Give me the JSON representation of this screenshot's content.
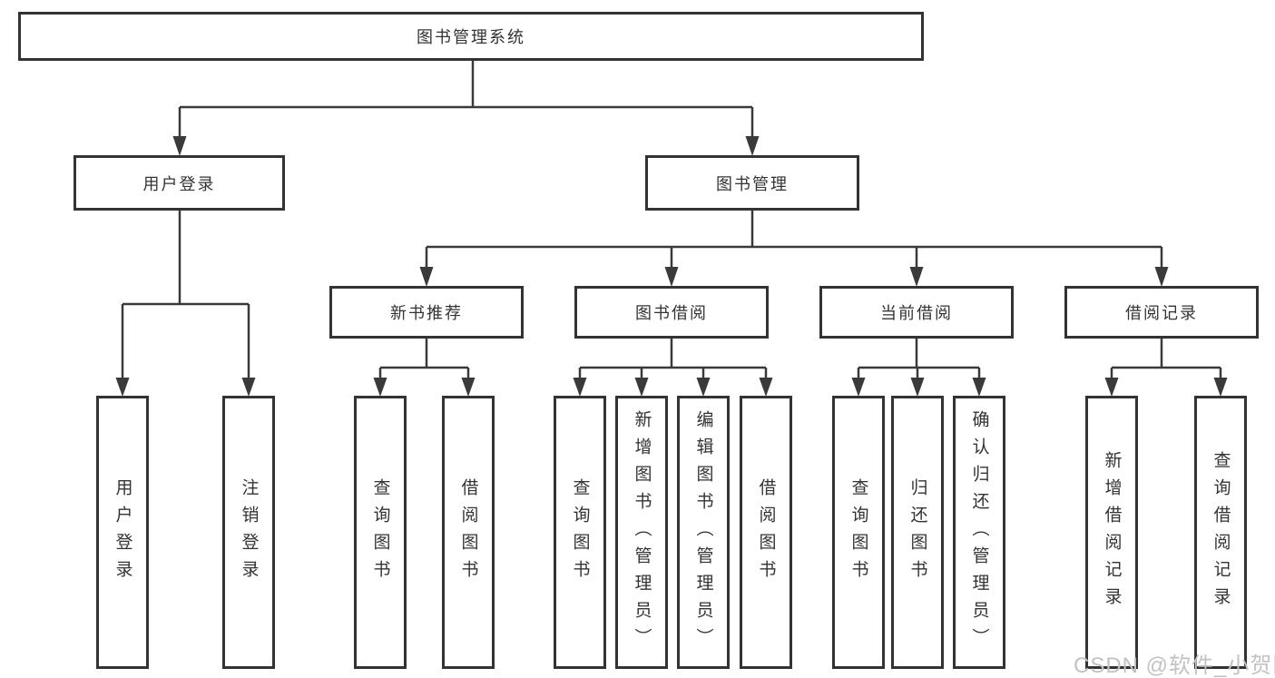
{
  "diagram_title": "图书管理系统",
  "nodes": {
    "root": "图书管理系统",
    "user_login": "用户登录",
    "book_management": "图书管理",
    "new_book_recommend": "新书推荐",
    "book_borrowing": "图书借阅",
    "current_borrowing": "当前借阅",
    "borrowing_records": "借阅记录",
    "leaf_user_login": "用户登录",
    "leaf_logout": "注销登录",
    "leaf_query_books_recommend": "查询图书",
    "leaf_borrow_books_recommend": "借阅图书",
    "leaf_query_books_borrowing": "查询图书",
    "leaf_add_books_admin": "新增图书（管理员）",
    "leaf_edit_books_admin": "编辑图书（管理员）",
    "leaf_borrow_books_borrowing": "借阅图书",
    "leaf_query_books_current": "查询图书",
    "leaf_return_books": "归还图书",
    "leaf_confirm_return_admin": "确认归还（管理员）",
    "leaf_add_borrow_record": "新增借阅记录",
    "leaf_query_borrow_record": "查询借阅记录"
  },
  "watermark": "CSDN @软件_小贺同学",
  "colors": {
    "line": "#3a3a3a",
    "box_border": "#333333",
    "text": "#333333",
    "watermark": "#c2c2c2",
    "background": "#ffffff"
  }
}
